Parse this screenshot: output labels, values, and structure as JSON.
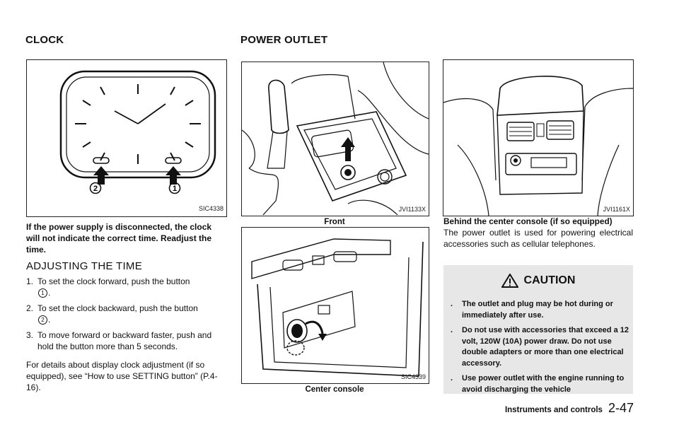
{
  "left": {
    "heading": "CLOCK",
    "figure_id": "SIC4338",
    "callout_1": "1",
    "callout_2": "2",
    "intro": "If the power supply is disconnected, the clock will not indicate the correct time. Readjust the time.",
    "subheading": "ADJUSTING THE TIME",
    "steps": [
      {
        "num": "1.",
        "text_before": "To set the clock forward, push the button",
        "ref": "1",
        "text_after": "."
      },
      {
        "num": "2.",
        "text_before": "To set the clock backward, push the button",
        "ref": "2",
        "text_after": "."
      },
      {
        "num": "3.",
        "text_before": "To move forward or backward faster, push and hold the button more than 5 seconds.",
        "ref": "",
        "text_after": ""
      }
    ],
    "details": "For details about display clock adjustment (if so equipped), see “How to use SETTING button” (P.4-16)."
  },
  "middle": {
    "heading": "POWER OUTLET",
    "fig1_id": "JVI1133X",
    "fig1_caption": "Front",
    "fig2_id": "SIC4339",
    "fig2_caption": "Center console"
  },
  "right": {
    "fig_id": "JVI1161X",
    "title": "Behind the center console (if so equipped)",
    "body": "The power outlet is used for powering electrical accessories such as cellular telephones.",
    "caution_title": "CAUTION",
    "caution_items": [
      "The outlet and plug may be hot during or immediately after use.",
      "Do not use with accessories that exceed a 12 volt, 120W (10A) power draw. Do not use double adapters or more than one electrical accessory.",
      "Use power outlet with the engine running to avoid discharging the vehicle"
    ]
  },
  "footer": {
    "section": "Instruments and controls",
    "page": "2-47"
  }
}
